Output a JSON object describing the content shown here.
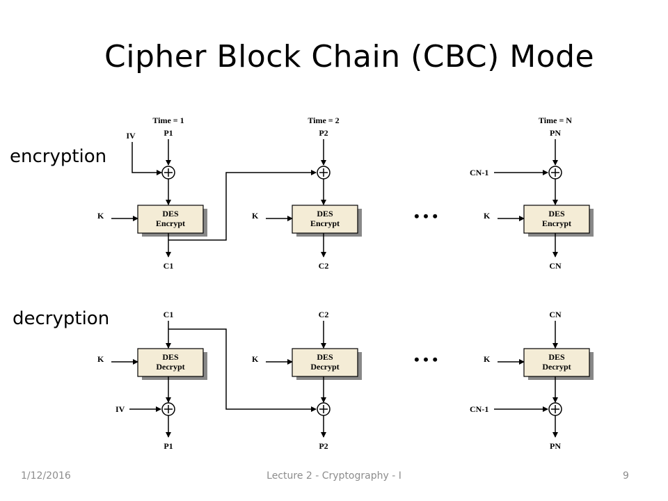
{
  "slide": {
    "title": "Cipher Block Chain (CBC) Mode",
    "labels": {
      "encryption": "encryption",
      "decryption": "decryption"
    },
    "footer": {
      "date": "1/12/2016",
      "center": "Lecture 2 - Cryptography - I",
      "page": "9"
    }
  },
  "diagram": {
    "encryption": {
      "times": [
        "Time = 1",
        "Time = 2",
        "Time = N"
      ],
      "plaintexts": [
        "P1",
        "P2",
        "PN"
      ],
      "ciphertexts": [
        "C1",
        "C2",
        "CN"
      ],
      "iv": "IV",
      "chain_in": "CN-1",
      "key": "K",
      "box_line1": "DES",
      "box_line2": "Encrypt"
    },
    "decryption": {
      "ciphertexts": [
        "C1",
        "C2",
        "CN"
      ],
      "plaintexts": [
        "P1",
        "P2",
        "PN"
      ],
      "iv": "IV",
      "chain_in": "CN-1",
      "key": "K",
      "box_line1": "DES",
      "box_line2": "Decrypt"
    },
    "ellipsis": "• • •"
  }
}
